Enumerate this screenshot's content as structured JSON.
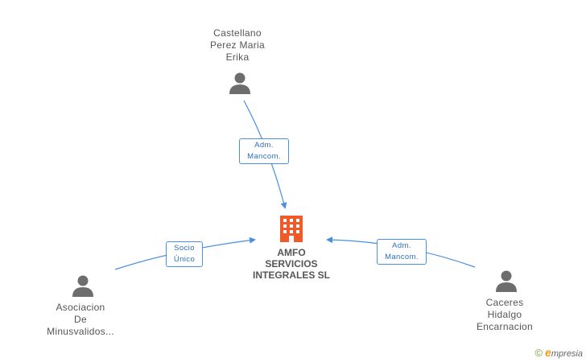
{
  "company": {
    "name_lines": [
      "AMFO",
      "SERVICIOS",
      "INTEGRALES SL"
    ],
    "color": "#f05a28"
  },
  "persons": [
    {
      "id": "top",
      "name_lines": [
        "Castellano",
        "Perez Maria",
        "Erika"
      ]
    },
    {
      "id": "left",
      "name_lines": [
        "Asociacion",
        "De",
        "Minusvalidos..."
      ]
    },
    {
      "id": "right",
      "name_lines": [
        "Caceres",
        "Hidalgo",
        "Encarnacion"
      ]
    }
  ],
  "relations": [
    {
      "from": "top",
      "label_lines": [
        "Adm.",
        "Mancom."
      ]
    },
    {
      "from": "left",
      "label_lines": [
        "Socio",
        "Único"
      ]
    },
    {
      "from": "right",
      "label_lines": [
        "Adm.",
        "Mancom."
      ]
    }
  ],
  "colors": {
    "edge": "#4a8fe0",
    "person_icon": "#6d6d6d"
  },
  "footer": {
    "copyright": "©",
    "brand_initial": "e",
    "brand_rest": "mpresia"
  }
}
